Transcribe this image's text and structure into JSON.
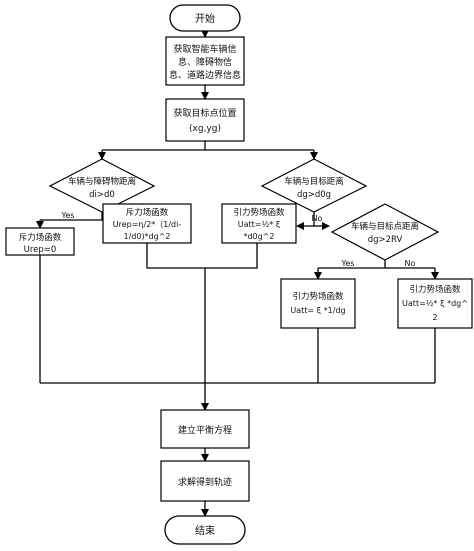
{
  "flowchart": {
    "start": "开始",
    "acquire_info": [
      "获取智能车辆信",
      "息、障碍物信",
      "息、道路边界信息"
    ],
    "get_goal": [
      "获取目标点位置",
      "(xg,yg)"
    ],
    "decision_obstacle": [
      "车辆与障碍物距离",
      "di>d0"
    ],
    "decision_goal": [
      "车辆与目标距离",
      "dg>d0g"
    ],
    "repulsion_zero": [
      "斥力场函数",
      "Urep=0"
    ],
    "repulsion_formula": [
      "斥力场函数",
      "Urep=η/2*（1/di-",
      "1/d0)*dg^2"
    ],
    "attraction_1": [
      "引力势场函数",
      "Uatt=½* ξ",
      "*d0g^2"
    ],
    "decision_goal_2": [
      "车辆与目标点距离",
      "dg>2RV"
    ],
    "attraction_2": [
      "引力势场函数",
      "Uatt= ξ *1/dg"
    ],
    "attraction_3": [
      "引力势场函数",
      "Uatt=½* ξ *dg^",
      "2"
    ],
    "build_equation": "建立平衡方程",
    "solve_trajectory": "求解得到轨迹",
    "end": "结束",
    "yes_label": "Yes",
    "no_label": "No"
  }
}
